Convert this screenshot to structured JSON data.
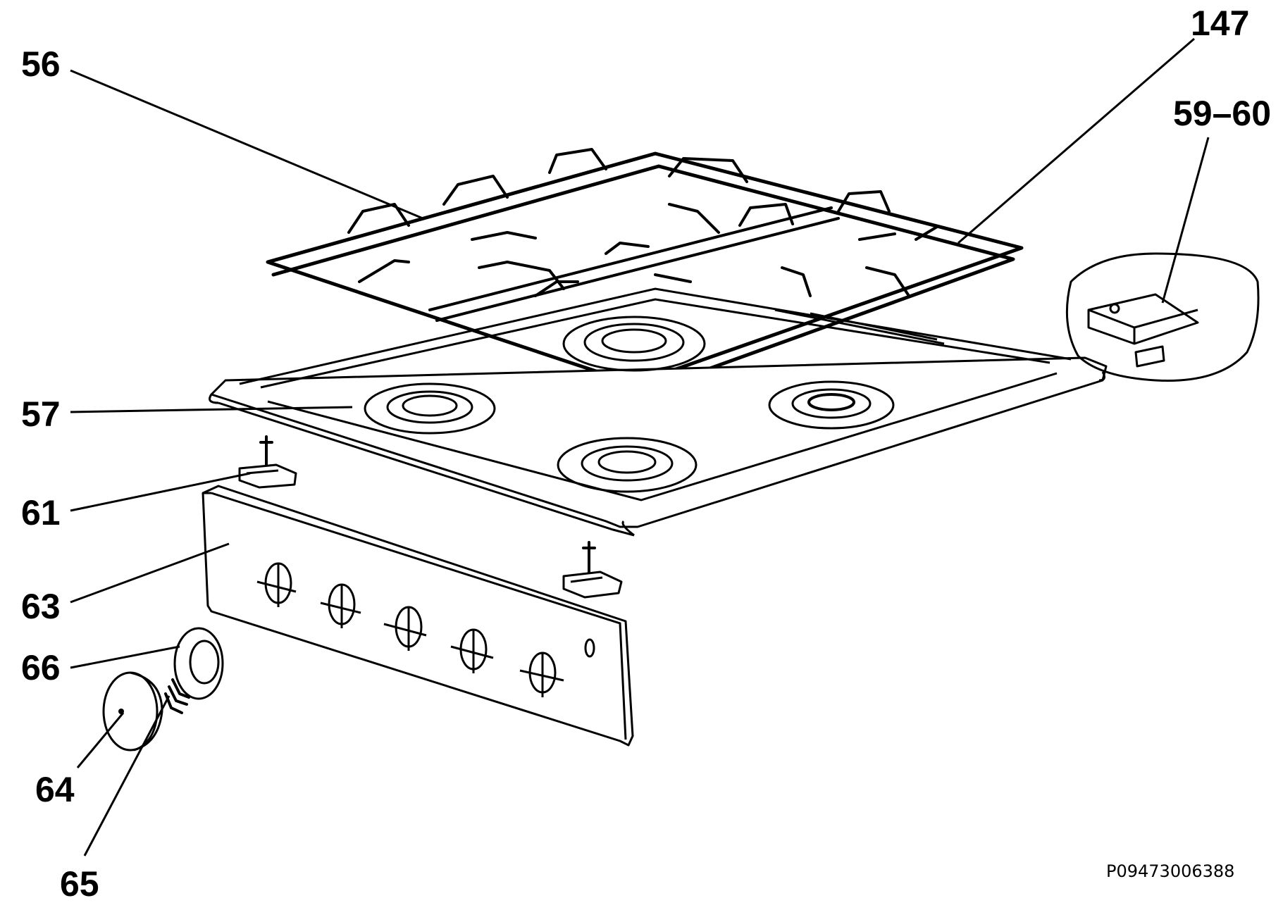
{
  "callouts": {
    "c56": "56",
    "c147": "147",
    "c5960": "59–60",
    "c57": "57",
    "c61": "61",
    "c63": "63",
    "c66": "66",
    "c64": "64",
    "c65": "65"
  },
  "drawing_code": "P09473006388",
  "colors": {
    "ink": "#000000",
    "paper": "#ffffff"
  }
}
